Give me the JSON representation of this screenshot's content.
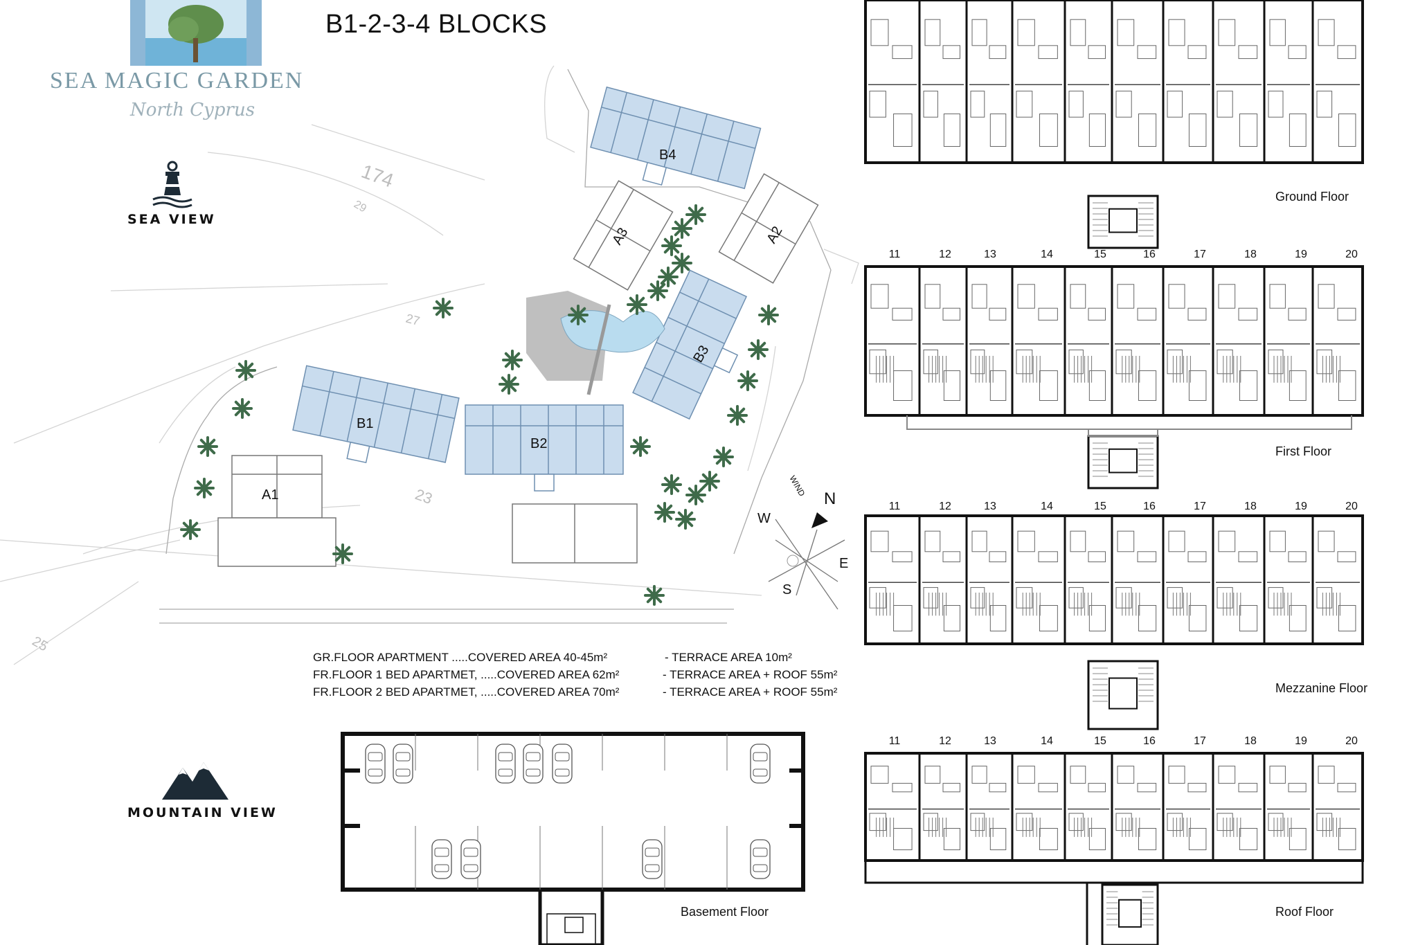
{
  "header": {
    "title": "B1-2-3-4 BLOCKS",
    "brand_name": "SEA MAGIC GARDEN",
    "brand_tagline": "North Cyprus"
  },
  "views": {
    "sea_view": "SEA VIEW",
    "mountain_view": "MOUNTAIN VIEW"
  },
  "site_plan": {
    "blocks": [
      "B4",
      "A3",
      "A2",
      "B3",
      "B1",
      "B2",
      "A1"
    ],
    "compass": {
      "north": "N",
      "south": "S",
      "east": "E",
      "west": "W",
      "wind": "WIND"
    },
    "plot_numbers": [
      "174",
      "27",
      "23",
      "25",
      "29"
    ]
  },
  "areas": [
    {
      "left": "GR.FLOOR  APARTMENT .....COVERED AREA 40-45m²",
      "right": "- TERRACE AREA 10m²"
    },
    {
      "left": "FR.FLOOR 1 BED APARTMET, .....COVERED AREA 62m²",
      "right": "- TERRACE AREA + ROOF 55m²"
    },
    {
      "left": "FR.FLOOR 2 BED APARTMET, .....COVERED AREA 70m²",
      "right": "- TERRACE AREA + ROOF 55m²"
    }
  ],
  "floors": {
    "ground": "Ground Floor",
    "first": "First Floor",
    "mezzanine": "Mezzanine Floor",
    "roof": "Roof Floor",
    "basement": "Basement Floor"
  },
  "unit_numbers": [
    "11",
    "12",
    "13",
    "14",
    "15",
    "16",
    "17",
    "18",
    "19",
    "20"
  ],
  "colors": {
    "block_fill": "#c9dcee",
    "block_stroke": "#6e8fb0",
    "plan_line": "#111111",
    "brand": "#7a99a6",
    "palm": "#3f6b4a",
    "pool": "#b9dcef"
  }
}
